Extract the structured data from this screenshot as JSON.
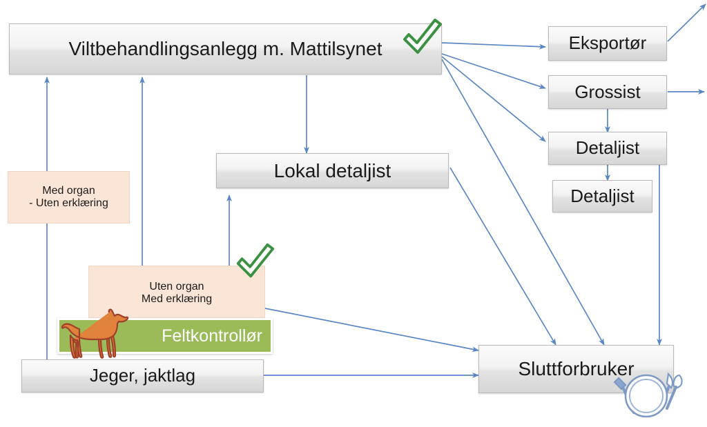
{
  "diagram": {
    "title_text": "Viltbehandlingsanlegg m. Mattilsynet",
    "colors": {
      "box_fill_light": "#fbfbfb",
      "box_fill_dark": "#d6d6d6",
      "box_border": "#b9b9b9",
      "peach_fill": "#fbe5d6",
      "green_fill": "#9bbb59",
      "arrow": "#5b86c4",
      "check_stroke": "#3b9141",
      "check_fill": "#ffffff",
      "deer_fill": "#e0823c",
      "deer_outline": "#a0402a",
      "plate_stroke": "#7e9ac4",
      "text": "#1a1a1a",
      "green_text": "#ffffff"
    },
    "nodes": [
      {
        "id": "viltbehandlingsanlegg",
        "label": "Viltbehandlingsanlegg m. Mattilsynet",
        "type": "box-grey"
      },
      {
        "id": "eksportor",
        "label": "Eksportør",
        "type": "box-grey"
      },
      {
        "id": "grossist",
        "label": "Grossist",
        "type": "box-grey"
      },
      {
        "id": "detaljist-1",
        "label": "Detaljist",
        "type": "box-grey"
      },
      {
        "id": "detaljist-2",
        "label": "Detaljist",
        "type": "box-grey"
      },
      {
        "id": "lokal-detaljist",
        "label": "Lokal detaljist",
        "type": "box-grey"
      },
      {
        "id": "med-organ",
        "label": "Med organ\n- Uten erklæring",
        "type": "box-peach"
      },
      {
        "id": "uten-organ",
        "label": "Uten organ\nMed erklæring",
        "type": "box-peach"
      },
      {
        "id": "feltkontrollor",
        "label": "Feltkontrollør",
        "type": "box-green"
      },
      {
        "id": "jeger-jaktlag",
        "label": "Jeger, jaktlag",
        "type": "box-grey"
      },
      {
        "id": "sluttforbruker",
        "label": "Sluttforbruker",
        "type": "box-grey"
      }
    ],
    "icons": [
      {
        "id": "check-top",
        "name": "green-checkmark-icon"
      },
      {
        "id": "check-mid",
        "name": "green-checkmark-icon"
      },
      {
        "id": "deer",
        "name": "deer-icon"
      },
      {
        "id": "plate",
        "name": "plate-cutlery-icon"
      }
    ],
    "edges": [
      {
        "from": "jeger-jaktlag",
        "to": "viltbehandlingsanlegg",
        "via": "med-organ"
      },
      {
        "from": "uten-organ",
        "to": "viltbehandlingsanlegg"
      },
      {
        "from": "uten-organ",
        "to": "lokal-detaljist"
      },
      {
        "from": "viltbehandlingsanlegg",
        "to": "lokal-detaljist"
      },
      {
        "from": "viltbehandlingsanlegg",
        "to": "eksportor"
      },
      {
        "from": "viltbehandlingsanlegg",
        "to": "grossist"
      },
      {
        "from": "viltbehandlingsanlegg",
        "to": "detaljist-1"
      },
      {
        "from": "viltbehandlingsanlegg",
        "to": "sluttforbruker"
      },
      {
        "from": "grossist",
        "to": "detaljist-1"
      },
      {
        "from": "detaljist-1",
        "to": "detaljist-2"
      },
      {
        "from": "detaljist-1",
        "to": "sluttforbruker"
      },
      {
        "from": "lokal-detaljist",
        "to": "sluttforbruker"
      },
      {
        "from": "uten-organ",
        "to": "sluttforbruker"
      },
      {
        "from": "jeger-jaktlag",
        "to": "sluttforbruker"
      },
      {
        "from": "eksportor",
        "to": "offscreen-up-right"
      },
      {
        "from": "grossist",
        "to": "offscreen-right"
      }
    ]
  }
}
